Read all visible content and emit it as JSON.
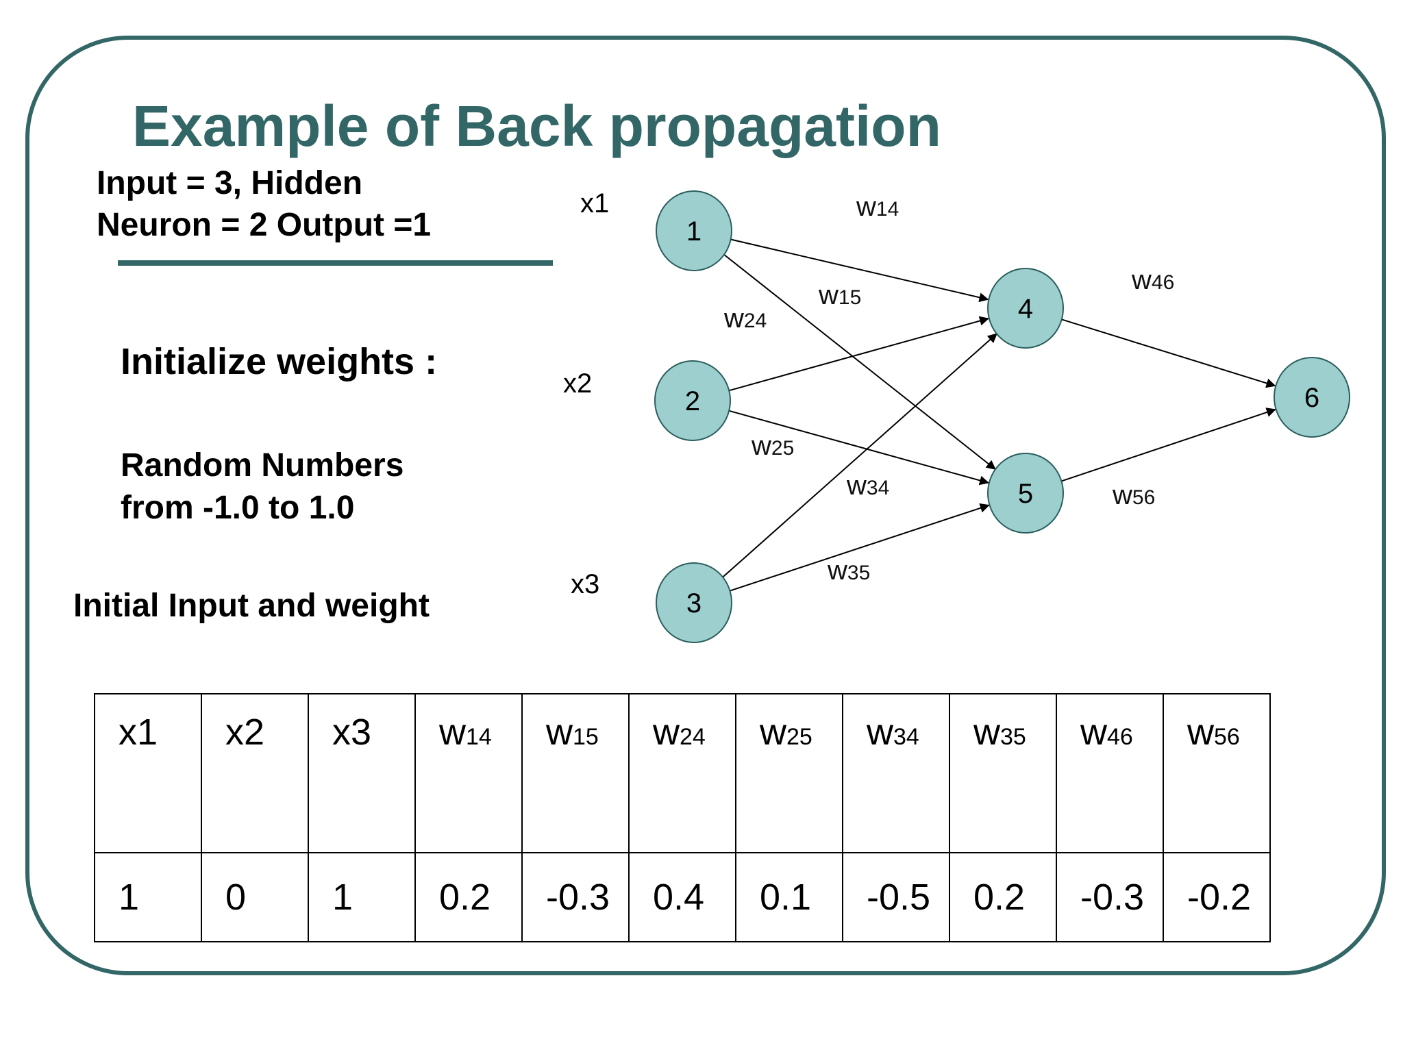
{
  "title": "Example of Back propagation",
  "architecture": {
    "line1": "Input = 3, Hidden",
    "line2": "Neuron = 2 Output =1"
  },
  "init_heading": "Initialize weights :",
  "random": {
    "line1": "Random Numbers",
    "line2": "from -1.0 to 1.0"
  },
  "initial_label": "Initial Input  and weight",
  "network": {
    "node_fill": "#9dcfcf",
    "nodes": [
      {
        "id": "1",
        "label": "1"
      },
      {
        "id": "2",
        "label": "2"
      },
      {
        "id": "3",
        "label": "3"
      },
      {
        "id": "4",
        "label": "4"
      },
      {
        "id": "5",
        "label": "5"
      },
      {
        "id": "6",
        "label": "6"
      }
    ],
    "input_labels": [
      "x1",
      "x2",
      "x3"
    ],
    "edges": [
      {
        "from": "1",
        "to": "4",
        "w": "w",
        "sub": "14"
      },
      {
        "from": "1",
        "to": "5",
        "w": "w",
        "sub": "15"
      },
      {
        "from": "2",
        "to": "4",
        "w": "w",
        "sub": "24"
      },
      {
        "from": "2",
        "to": "5",
        "w": "w",
        "sub": "25"
      },
      {
        "from": "3",
        "to": "4",
        "w": "w",
        "sub": "34"
      },
      {
        "from": "3",
        "to": "5",
        "w": "w",
        "sub": "35"
      },
      {
        "from": "4",
        "to": "6",
        "w": "w",
        "sub": "46"
      },
      {
        "from": "5",
        "to": "6",
        "w": "w",
        "sub": "56"
      }
    ]
  },
  "table": {
    "headers": [
      {
        "main": "x1",
        "sub": ""
      },
      {
        "main": "x2",
        "sub": ""
      },
      {
        "main": "x3",
        "sub": ""
      },
      {
        "main": "w",
        "sub": "14"
      },
      {
        "main": "w",
        "sub": "15"
      },
      {
        "main": "w",
        "sub": "24"
      },
      {
        "main": "w",
        "sub": "25"
      },
      {
        "main": "w",
        "sub": "34"
      },
      {
        "main": "w",
        "sub": "35"
      },
      {
        "main": "w",
        "sub": "46"
      },
      {
        "main": "w",
        "sub": "56"
      }
    ],
    "values": [
      "1",
      "0",
      "1",
      "0.2",
      "-0.3",
      "0.4",
      "0.1",
      "-0.5",
      "0.2",
      "-0.3",
      "-0.2"
    ]
  }
}
